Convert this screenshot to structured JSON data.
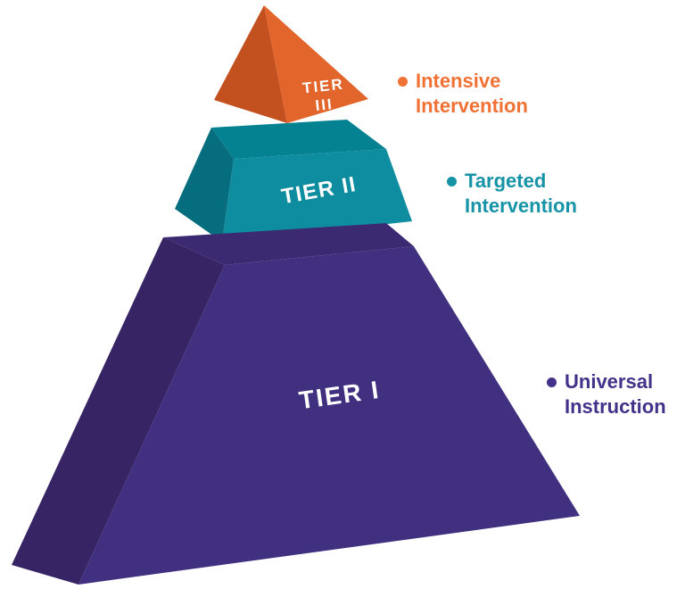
{
  "diagram": {
    "description": "Three-tier instruction pyramid",
    "tier_label_text_color": "#ffffff",
    "tiers": [
      {
        "name": "Tier III",
        "face_label_line1": "TIER",
        "face_label_line2": "III",
        "legend": {
          "line1": "Intensive",
          "line2": "Intervention"
        },
        "colors": {
          "front": "#e2652c",
          "side": "#c3501f",
          "legend_text": "#f17134"
        }
      },
      {
        "name": "Tier II",
        "face_label": "TIER II",
        "legend": {
          "line1": "Targeted",
          "line2": "Intervention"
        },
        "colors": {
          "top": "#048291",
          "front": "#0f8da0",
          "side": "#056d7d",
          "legend_text": "#1793a8"
        }
      },
      {
        "name": "Tier I",
        "face_label": "TIER I",
        "legend": {
          "line1": "Universal",
          "line2": "Instruction"
        },
        "colors": {
          "top": "#3b2a72",
          "front": "#413080",
          "side": "#362465",
          "legend_text": "#44318a"
        }
      }
    ]
  }
}
